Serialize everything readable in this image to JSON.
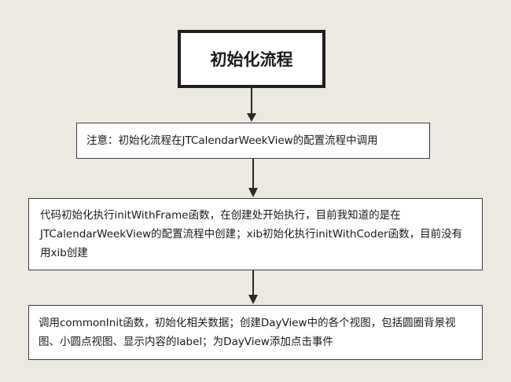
{
  "nodes": {
    "start": {
      "label": "初始化流程"
    },
    "note": {
      "text": "注意：初始化流程在JTCalendarWeekView的配置流程中调用"
    },
    "code_init": {
      "text": "代码初始化执行initWithFrame函数，在创建处开始执行，目前我知道的是在JTCalendarWeekView的配置流程中创建；xib初始化执行initWithCoder函数，目前没有用xib创建"
    },
    "common_init": {
      "text": "调用commonInit函数，初始化相关数据；创建DayView中的各个视图，包括圆圈背景视图、小圆点视图、显示内容的label；为DayView添加点击事件"
    }
  },
  "colors": {
    "background": "#ece9e0",
    "box_fill": "#ffffff",
    "border": "#1e1e1e",
    "arrow": "#2a2a2a"
  }
}
